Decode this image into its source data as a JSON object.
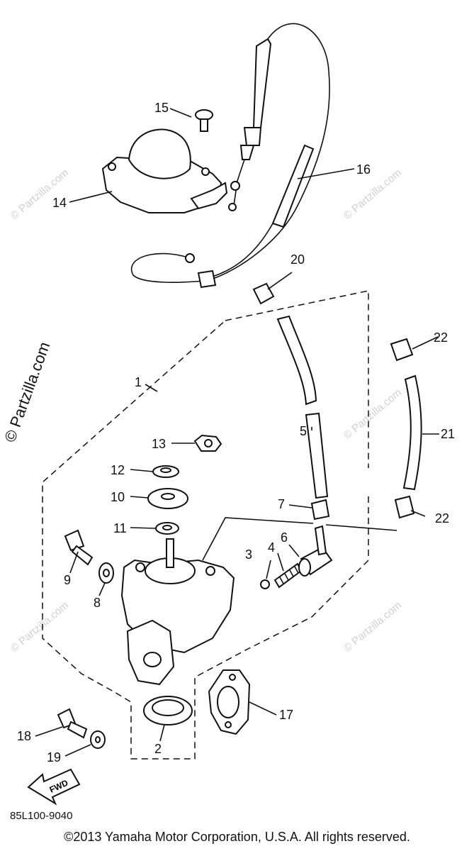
{
  "callouts": {
    "p1": "1",
    "p2": "2",
    "p3": "3",
    "p4": "4",
    "p5": "5",
    "p6": "6",
    "p7": "7",
    "p8": "8",
    "p9": "9",
    "p10": "10",
    "p11": "11",
    "p12": "12",
    "p13": "13",
    "p14": "14",
    "p15": "15",
    "p16": "16",
    "p17": "17",
    "p18": "18",
    "p19": "19",
    "p20": "20",
    "p21": "21",
    "p22a": "22",
    "p22b": "22"
  },
  "fwd_label": "FWD",
  "diagram_code": "85L100-9040",
  "watermark": {
    "vertical": "© Partzilla.com",
    "small": "© Partzilla.com"
  },
  "copyright": "©2013 Yamaha Motor Corporation, U.S.A. All rights reserved."
}
